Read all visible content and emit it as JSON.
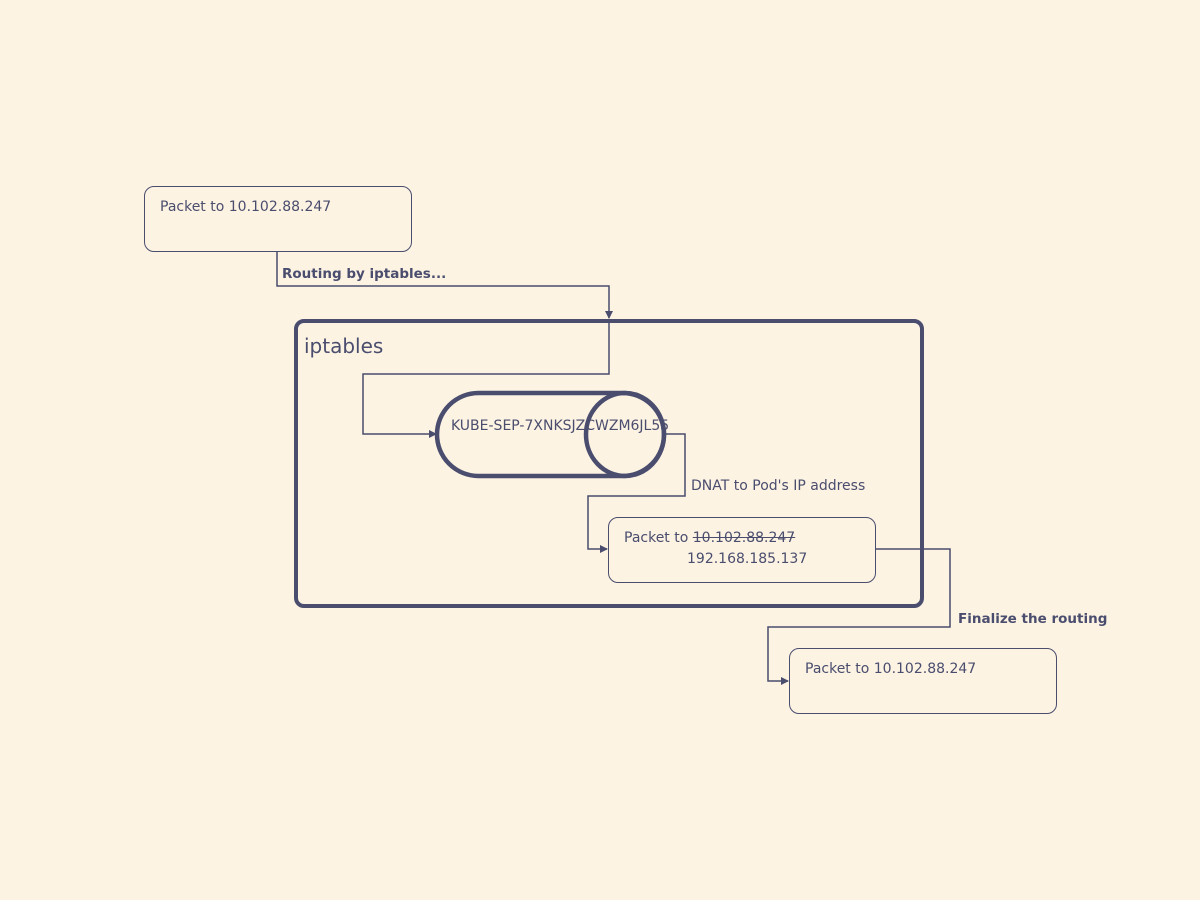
{
  "colors": {
    "background": "#fcf3e3",
    "stroke": "#4a4d6e"
  },
  "nodes": {
    "start_packet": {
      "text": "Packet to 10.102.88.247"
    },
    "group": {
      "title": "iptables"
    },
    "chain": {
      "label": "KUBE-SEP-7XNKSJZCWZM6JL55"
    },
    "dnat_packet": {
      "prefix": "Packet to ",
      "old_ip": "10.102.88.247",
      "new_ip": "192.168.185.137"
    },
    "end_packet": {
      "text": "Packet to 10.102.88.247"
    }
  },
  "edges": {
    "routing": "Routing by iptables...",
    "dnat": "DNAT to Pod's IP address",
    "finalize": "Finalize the routing"
  }
}
